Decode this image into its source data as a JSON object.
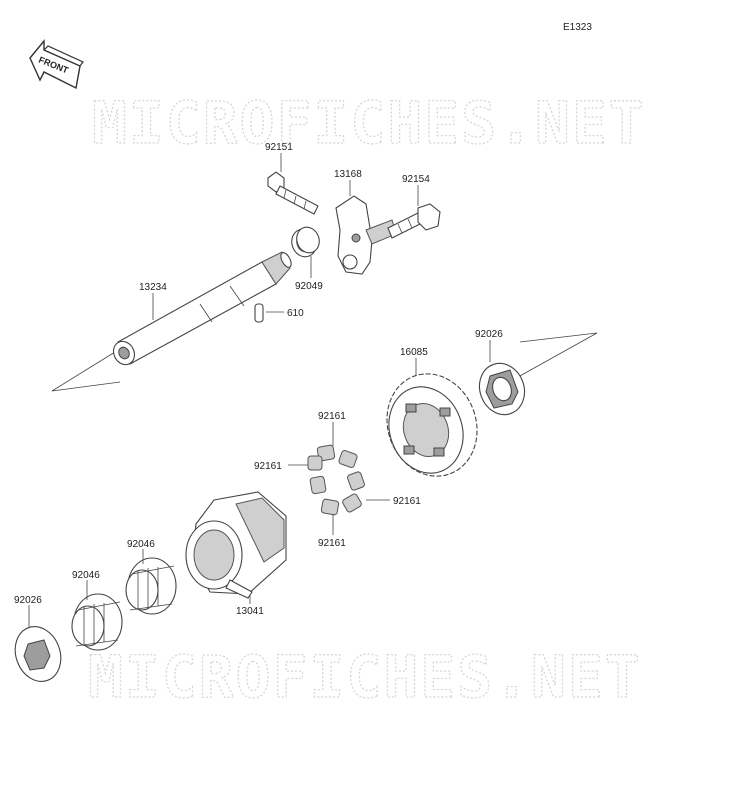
{
  "diagram_code": "E1323",
  "front_label": "FRONT",
  "watermark": "MICROFICHES.NET",
  "parts": {
    "bolt_top": "92151",
    "holder": "13168",
    "bolt_right": "92154",
    "oil_seal": "92049",
    "shaft": "13234",
    "pin": "610",
    "washer_right": "92026",
    "gear": "16085",
    "damper_top": "92161",
    "damper_left": "92161",
    "damper_right": "92161",
    "damper_bottom": "92161",
    "hub": "13041",
    "bearing_upper": "92046",
    "bearing_lower": "92046",
    "washer_left": "92026"
  }
}
